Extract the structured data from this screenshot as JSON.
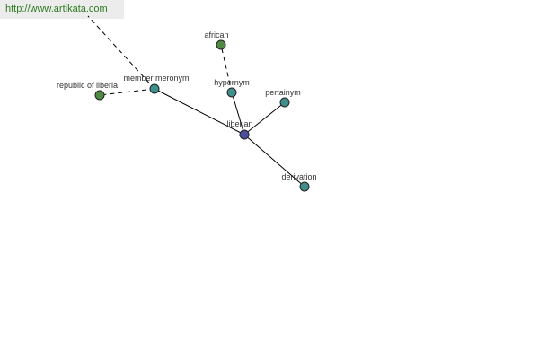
{
  "banner": {
    "url": "http://www.artikata.com"
  },
  "colors": {
    "center": "#4a4e9e",
    "relation": "#3f8f8c",
    "leaf": "#4f8a45",
    "edge": "#000000",
    "banner_text": "#2d7a1f",
    "banner_bg": "#ececec"
  },
  "graph": {
    "nodes": [
      {
        "id": "liberian",
        "label": "liberian",
        "kind": "center"
      },
      {
        "id": "member-meronym",
        "label": "member meronym",
        "kind": "relation"
      },
      {
        "id": "hypernym",
        "label": "hypernym",
        "kind": "relation"
      },
      {
        "id": "pertainym",
        "label": "pertainym",
        "kind": "relation"
      },
      {
        "id": "derivation",
        "label": "derivation",
        "kind": "relation"
      },
      {
        "id": "republic-of-liberia",
        "label": "republic of liberia",
        "kind": "leaf"
      },
      {
        "id": "african",
        "label": "african",
        "kind": "leaf"
      }
    ],
    "edges": [
      {
        "from": "liberian",
        "to": "member-meronym",
        "style": "solid"
      },
      {
        "from": "liberian",
        "to": "hypernym",
        "style": "solid"
      },
      {
        "from": "liberian",
        "to": "pertainym",
        "style": "solid"
      },
      {
        "from": "liberian",
        "to": "derivation",
        "style": "solid"
      },
      {
        "from": "member-meronym",
        "to": "republic-of-liberia",
        "style": "dashed"
      },
      {
        "from": "hypernym",
        "to": "african",
        "style": "dashed"
      },
      {
        "from": "member-meronym",
        "to": "offscreen-top",
        "style": "dashed"
      }
    ]
  }
}
